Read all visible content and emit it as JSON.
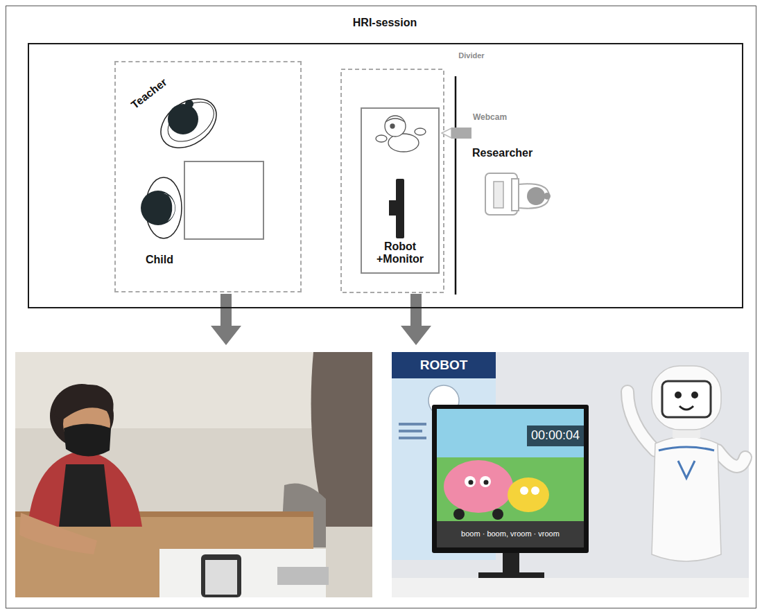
{
  "diagram": {
    "nodes": [
      {
        "text": [
          "HRI-session"
        ]
      },
      {
        "text": [
          "Teacher",
          "Child"
        ],
        "in": 0
      },
      {
        "text": [
          "Robot +Monitor"
        ],
        "in": 0
      }
    ],
    "labels": [
      "Divider",
      "Webcam",
      "Researcher",
      "ROBOT",
      "00:00:04",
      "boom · boom, vroom · vroom"
    ]
  }
}
